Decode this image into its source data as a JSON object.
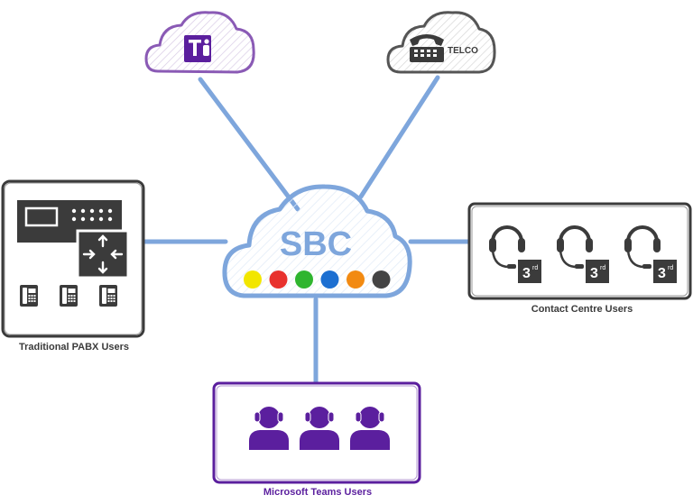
{
  "center": {
    "label": "SBC",
    "dot_colors": [
      "#f2e600",
      "#e8322e",
      "#2fb52f",
      "#1c6fd1",
      "#f28a12",
      "#444444"
    ]
  },
  "teams_cloud": {
    "icon": "microsoft-teams-icon",
    "letter": "T"
  },
  "telco_cloud": {
    "label": "TELCO",
    "icon": "telephone-icon"
  },
  "pabx": {
    "caption": "Traditional PABX Users"
  },
  "contact": {
    "caption": "Contact Centre Users",
    "badge_main": "3",
    "badge_sup": "rd"
  },
  "teams_users": {
    "caption": "Microsoft Teams Users"
  },
  "colors": {
    "link": "#7ea6dc",
    "teams": "#5b1f9e",
    "dark": "#3b3b3b",
    "cloud_blue": "#7ea6dc"
  }
}
